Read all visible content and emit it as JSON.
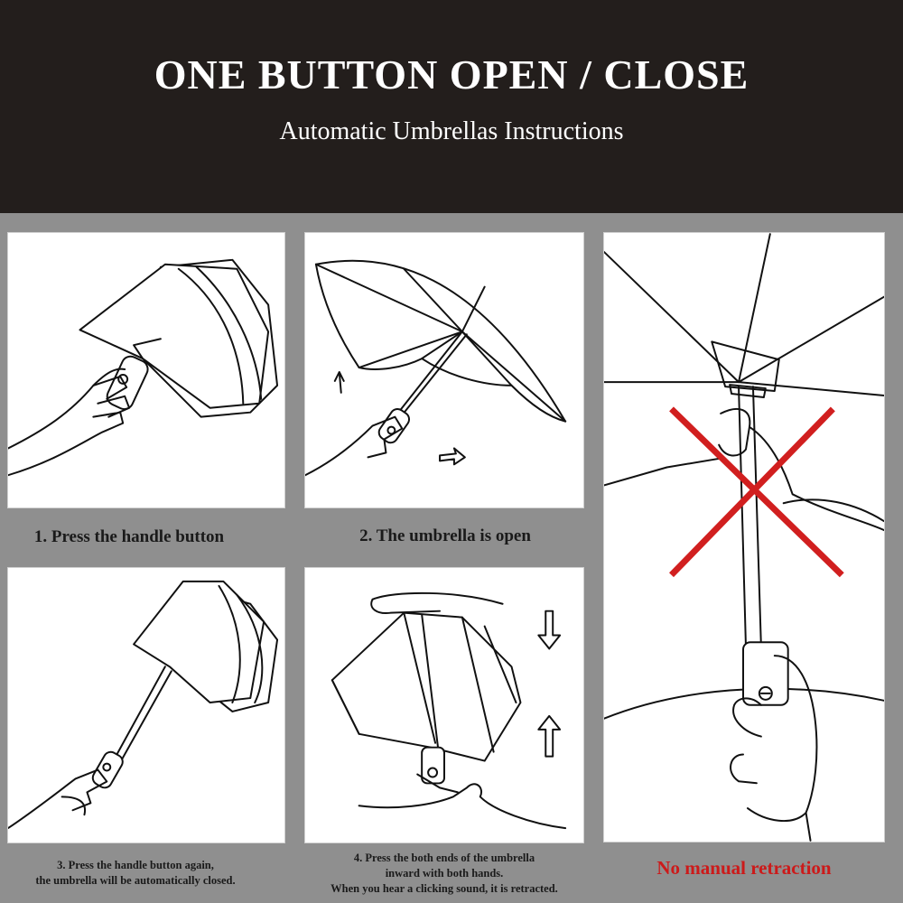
{
  "header": {
    "title": "ONE BUTTON OPEN / CLOSE",
    "subtitle": "Automatic Umbrellas Instructions"
  },
  "steps": [
    {
      "caption": "1. Press the handle button"
    },
    {
      "caption": "2. The umbrella is open"
    },
    {
      "caption_lines": [
        "3. Press the handle button again,",
        "the umbrella will be automatically closed."
      ]
    },
    {
      "caption_lines": [
        "4. Press the both ends of the umbrella",
        "inward with both hands.",
        "When you hear a clicking sound, it is retracted."
      ]
    }
  ],
  "warning": {
    "caption": "No manual retraction",
    "mark_color": "#d11f1f"
  },
  "colors": {
    "header_bg": "#231e1c",
    "page_bg": "#8f8f8f",
    "panel_bg": "#ffffff",
    "warning_text": "#cc1a1a"
  }
}
